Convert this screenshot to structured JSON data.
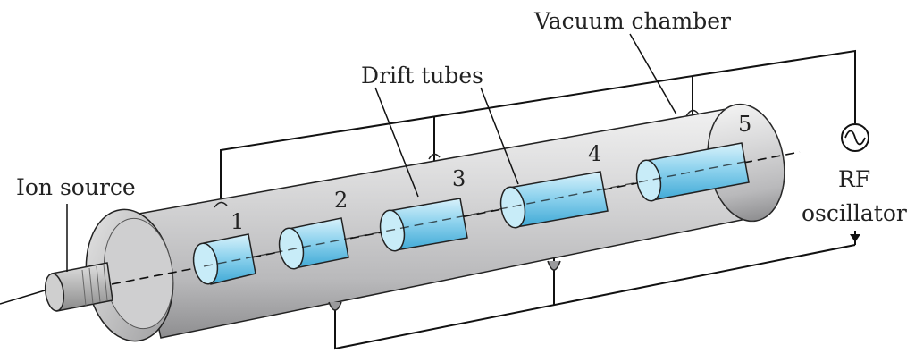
{
  "labels": {
    "vacuum_chamber": "Vacuum chamber",
    "drift_tubes": "Drift tubes",
    "ion_source": "Ion source",
    "rf_line1": "RF",
    "rf_line2": "oscillator"
  },
  "tubes": [
    {
      "number": "1"
    },
    {
      "number": "2"
    },
    {
      "number": "3"
    },
    {
      "number": "4"
    },
    {
      "number": "5"
    }
  ],
  "colors": {
    "chamber": "#c9c9cb",
    "tube_fill": "#9fd8ef",
    "tube_cap": "#c8ecf8",
    "line": "#111111"
  }
}
